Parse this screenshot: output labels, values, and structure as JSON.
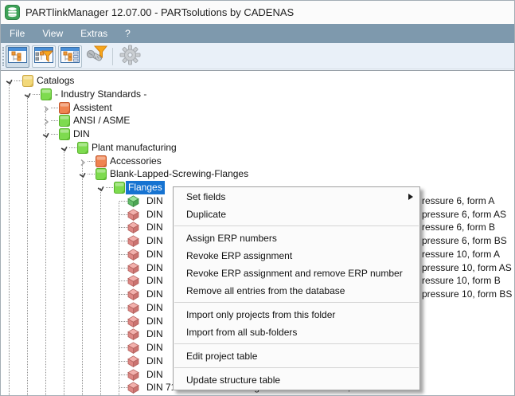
{
  "window": {
    "title": "PARTlinkManager 12.07.00 - PARTsolutions by CADENAS",
    "app_icon": "database-icon"
  },
  "menubar": {
    "items": [
      {
        "name": "file",
        "label": "File"
      },
      {
        "name": "view",
        "label": "View"
      },
      {
        "name": "extras",
        "label": "Extras"
      },
      {
        "name": "help",
        "label": "?"
      }
    ]
  },
  "toolbar": {
    "buttons": [
      {
        "name": "structure-view",
        "icon": "tree-window-icon",
        "state": "pressed"
      },
      {
        "name": "structure-filter-view",
        "icon": "tree-filter-window-icon",
        "state": "framed"
      },
      {
        "name": "structure-list-view",
        "icon": "tree-list-window-icon",
        "state": "framed"
      },
      {
        "name": "filter-tool",
        "icon": "screw-funnel-icon",
        "state": "flat"
      },
      {
        "name": "settings",
        "icon": "gear-icon",
        "state": "disabled"
      }
    ]
  },
  "tree": {
    "rows": [
      {
        "label": "Catalogs",
        "level": 0,
        "icon": "folder",
        "color": "yellow",
        "expand": "open"
      },
      {
        "label": "- Industry Standards -",
        "level": 1,
        "icon": "folder",
        "color": "green",
        "expand": "open"
      },
      {
        "label": "Assistent",
        "level": 2,
        "icon": "folder",
        "color": "orange",
        "expand": "closed"
      },
      {
        "label": "ANSI / ASME",
        "level": 2,
        "icon": "folder",
        "color": "green",
        "expand": "closed"
      },
      {
        "label": "DIN",
        "level": 2,
        "icon": "folder",
        "color": "green",
        "expand": "open"
      },
      {
        "label": "Plant manufacturing",
        "level": 3,
        "icon": "folder",
        "color": "green",
        "expand": "open"
      },
      {
        "label": "Accessories",
        "level": 4,
        "icon": "folder",
        "color": "orange",
        "expand": "closed"
      },
      {
        "label": "Blank-Lapped-Screwing-Flanges",
        "level": 4,
        "icon": "folder",
        "color": "green",
        "expand": "open"
      },
      {
        "label": "Flanges",
        "level": 5,
        "icon": "folder",
        "color": "green",
        "expand": "open",
        "selected": true
      },
      {
        "label": "DIN",
        "right_fragment": "ressure 6, form A",
        "level": 6,
        "icon": "cube",
        "color": "green"
      },
      {
        "label": "DIN",
        "right_fragment": "pressure 6, form AS",
        "level": 6,
        "icon": "cube",
        "color": "red"
      },
      {
        "label": "DIN",
        "right_fragment": "ressure 6, form B",
        "level": 6,
        "icon": "cube",
        "color": "red"
      },
      {
        "label": "DIN",
        "right_fragment": "pressure 6, form BS",
        "level": 6,
        "icon": "cube",
        "color": "red"
      },
      {
        "label": "DIN",
        "right_fragment": "ressure 10, form A",
        "level": 6,
        "icon": "cube",
        "color": "red"
      },
      {
        "label": "DIN",
        "right_fragment": "pressure 10, form AS",
        "level": 6,
        "icon": "cube",
        "color": "red"
      },
      {
        "label": "DIN",
        "right_fragment": "ressure 10, form B",
        "level": 6,
        "icon": "cube",
        "color": "red"
      },
      {
        "label": "DIN",
        "right_fragment": "pressure 10, form BS",
        "level": 6,
        "icon": "cube",
        "color": "red"
      },
      {
        "label": "DIN",
        "level": 6,
        "icon": "cube",
        "color": "red"
      },
      {
        "label": "DIN",
        "level": 6,
        "icon": "cube",
        "color": "red"
      },
      {
        "label": "DIN",
        "level": 6,
        "icon": "cube",
        "color": "red"
      },
      {
        "label": "DIN",
        "level": 6,
        "icon": "cube",
        "color": "red"
      },
      {
        "label": "DIN",
        "level": 6,
        "icon": "cube",
        "color": "red"
      },
      {
        "label": "DIN",
        "level": 6,
        "icon": "cube",
        "color": "red"
      },
      {
        "label": "DIN 71501 AG - Oval flanges for motor vehicles, form AG",
        "level": 6,
        "icon": "cube",
        "color": "red"
      }
    ]
  },
  "context_menu": {
    "items": [
      {
        "label": "Set fields",
        "submenu": true
      },
      {
        "label": "Duplicate"
      },
      {
        "separator": true
      },
      {
        "label": "Assign ERP numbers"
      },
      {
        "label": "Revoke ERP assignment"
      },
      {
        "label": "Revoke ERP assignment and remove ERP number"
      },
      {
        "label": "Remove all entries from the database"
      },
      {
        "separator": true
      },
      {
        "label": "Import only projects from this folder"
      },
      {
        "label": "Import from all sub-folders"
      },
      {
        "separator": true
      },
      {
        "label": "Edit project table"
      },
      {
        "separator": true
      },
      {
        "label": "Update structure table"
      }
    ]
  },
  "colors": {
    "selection_blue": "#1673d1",
    "menubar_bg": "#7e99ad",
    "toolbar_bg": "#e9f0f8",
    "titlebar_bg": "#fbfbfb",
    "app_icon_green": "#3da257",
    "folder_yellow": "#f2d879",
    "folder_green": "#7edb4f",
    "folder_orange": "#ef8350",
    "cube_green_top": "#9be49b",
    "cube_red_top": "#f2b0ac",
    "tree_guide_gray": "#8f8f8f"
  }
}
